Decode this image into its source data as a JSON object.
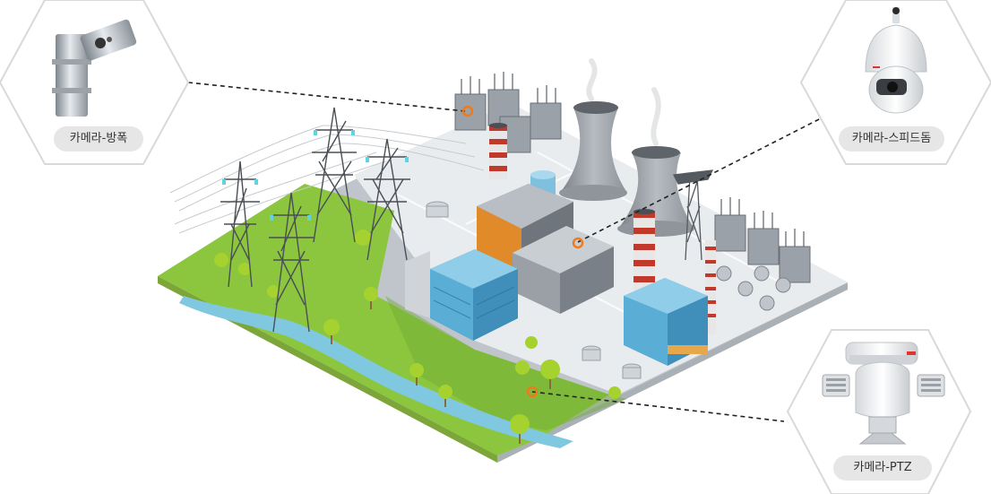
{
  "cameras": {
    "explosion_proof": {
      "label": "카메라-방폭",
      "icon": "explosion-proof-camera-icon"
    },
    "speed_dome": {
      "label": "카메라-스피드돔",
      "icon": "speed-dome-camera-icon"
    },
    "ptz": {
      "label": "카메라-PTZ",
      "icon": "ptz-camera-icon"
    }
  },
  "colors": {
    "grass": "#8cc63f",
    "river": "#7fc8e0",
    "plant_ground": "#e9ecef",
    "marker": "#f07a1b",
    "chimney_red": "#c0392b",
    "building_blue": "#5aaed6",
    "hex_border": "#d9d9d9"
  }
}
